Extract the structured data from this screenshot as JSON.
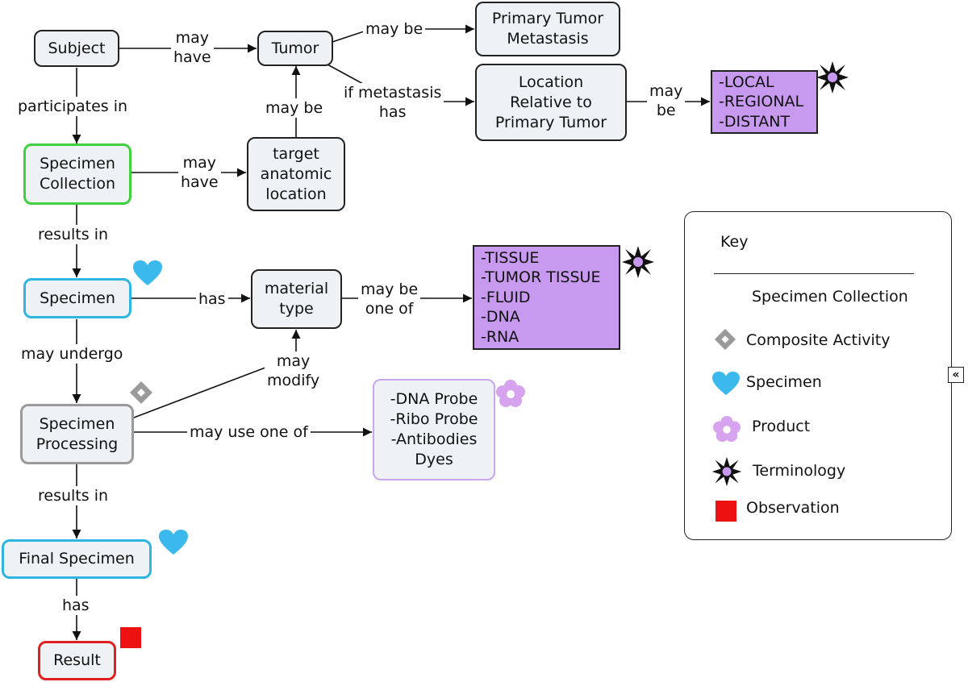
{
  "nodes": {
    "subject": [
      "Subject"
    ],
    "tumor": [
      "Tumor"
    ],
    "primary_tumor_metastasis": [
      "Primary Tumor",
      "Metastasis"
    ],
    "location_relative": [
      "Location",
      "Relative to",
      "Primary Tumor"
    ],
    "location_terms": [
      "-LOCAL",
      "-REGIONAL",
      "-DISTANT"
    ],
    "specimen_collection": [
      "Specimen",
      "Collection"
    ],
    "target_anatomic_location": [
      "target",
      "anatomic",
      "location"
    ],
    "specimen": [
      "Specimen"
    ],
    "material_type": [
      "material",
      "type"
    ],
    "material_terms": [
      "-TISSUE",
      "-TUMOR TISSUE",
      "-FLUID",
      "-DNA",
      "-RNA"
    ],
    "specimen_processing": [
      "Specimen",
      "Processing"
    ],
    "products": [
      "-DNA Probe",
      "-Ribo Probe",
      "-Antibodies",
      "Dyes"
    ],
    "final_specimen": [
      "Final Specimen"
    ],
    "result": [
      "Result"
    ]
  },
  "links": {
    "subject_tumor": [
      "may",
      "have"
    ],
    "tumor_may_be": [
      "may be"
    ],
    "if_metastasis": [
      "if metastasis",
      "has"
    ],
    "location_may_be": [
      "may",
      "be"
    ],
    "participates_in": [
      "participates in"
    ],
    "target_may_be": [
      "may be"
    ],
    "collection_may_have": [
      "may",
      "have"
    ],
    "collection_results_in": [
      "results in"
    ],
    "specimen_has": [
      "has"
    ],
    "material_may_be_one_of": [
      "may be",
      "one of"
    ],
    "may_undergo": [
      "may undergo"
    ],
    "may_modify": [
      "may",
      "modify"
    ],
    "may_use_one_of": [
      "may use one of"
    ],
    "processing_results_in": [
      "results in"
    ],
    "final_has": [
      "has"
    ]
  },
  "key": {
    "title": "Key",
    "items": [
      {
        "label": "Specimen Collection",
        "icon": "crescent-icon"
      },
      {
        "label": "Composite Activity",
        "icon": "diamond-icon"
      },
      {
        "label": "Specimen",
        "icon": "heart-icon"
      },
      {
        "label": "Product",
        "icon": "flower-icon"
      },
      {
        "label": "Terminology",
        "icon": "starburst-icon"
      },
      {
        "label": "Observation",
        "icon": "square-icon"
      }
    ]
  },
  "collapse_button": "«",
  "colors": {
    "collection": "#3fd13f",
    "specimen": "#2fb6e0",
    "composite": "#9a9a9a",
    "product": "#c9a6ee",
    "terminology_fill": "#c79af0",
    "observation": "#e02020",
    "node_fill": "#eef2f4"
  }
}
